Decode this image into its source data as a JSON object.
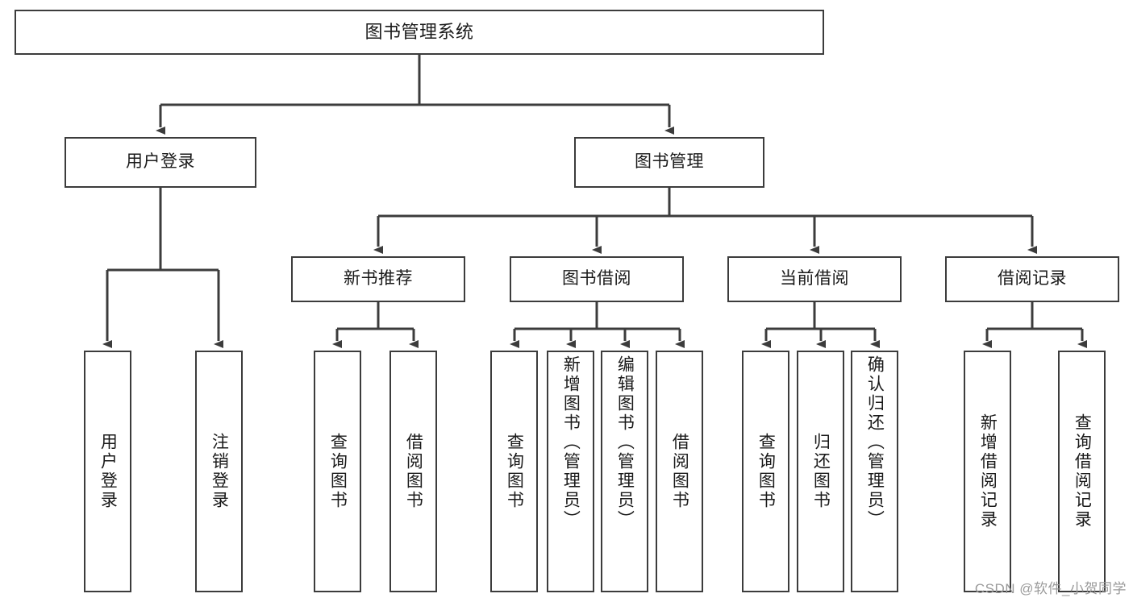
{
  "diagram": {
    "title": "图书管理系统",
    "type": "tree",
    "stroke_color": "#3c3c3c",
    "background_color": "#ffffff",
    "text_color": "#1a1a1a"
  },
  "root": {
    "label": "图书管理系统"
  },
  "level2": [
    {
      "label": "用户登录"
    },
    {
      "label": "图书管理"
    }
  ],
  "level3": [
    {
      "label": "新书推荐"
    },
    {
      "label": "图书借阅"
    },
    {
      "label": "当前借阅"
    },
    {
      "label": "借阅记录"
    }
  ],
  "leaves": {
    "user_login": [
      {
        "label": "用户登录"
      },
      {
        "label": "注销登录"
      }
    ],
    "new_book": [
      {
        "label": "查询图书"
      },
      {
        "label": "借阅图书"
      }
    ],
    "book_borrow": [
      {
        "label": "查询图书"
      },
      {
        "label": "新增图书（管理员）"
      },
      {
        "label": "编辑图书（管理员）"
      },
      {
        "label": "借阅图书"
      }
    ],
    "current_borrow": [
      {
        "label": "查询图书"
      },
      {
        "label": "归还图书"
      },
      {
        "label": "确认归还（管理员）"
      }
    ],
    "borrow_record": [
      {
        "label": "新增借阅记录"
      },
      {
        "label": "查询借阅记录"
      }
    ]
  },
  "watermark": {
    "text": "CSDN @软件_小贺同学"
  }
}
